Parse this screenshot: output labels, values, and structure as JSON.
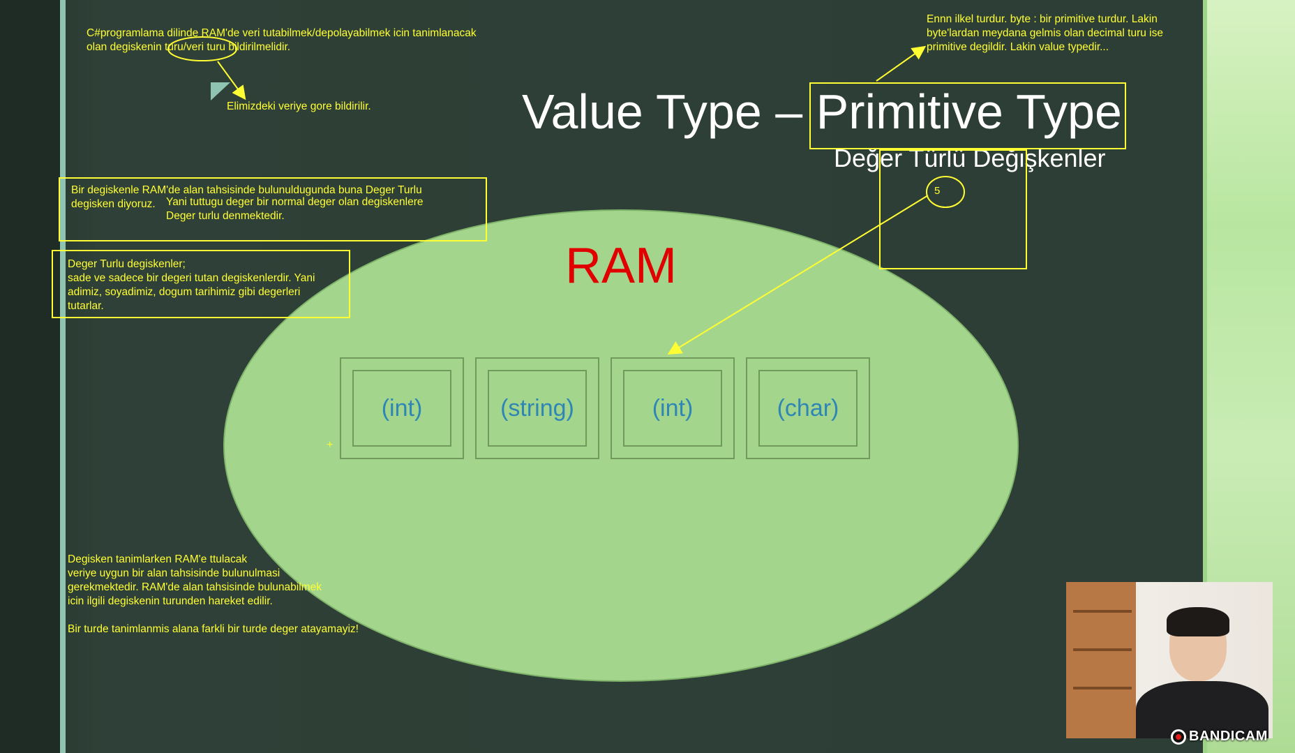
{
  "slide": {
    "title": "Value Type – Primitive Type",
    "subtitle": "Değer Türlü Değişkenler",
    "ram_label": "RAM",
    "cells": [
      "(int)",
      "(string)",
      "(int)",
      "(char)"
    ],
    "value_circle": "5"
  },
  "annotations": {
    "top_left": "C#programlama dilinde RAM'de veri tutabilmek/depolayabilmek icin tanimlanacak\nolan degiskenin turu/veri turu bildirilmelidir.",
    "top_left_note": "Elimizdeki veriye gore bildirilir.",
    "top_right": "Ennn ilkel turdur. byte : bir primitive turdur. Lakin\nbyte'lardan meydana gelmis olan decimal turu ise\nprimitive degildir. Lakin value typedir...",
    "box1_line1": "Bir degiskenle RAM'de alan tahsisinde bulunuldugunda buna Deger Turlu",
    "box1_line2": "degisken diyoruz.",
    "box1_side": "Yani tuttugu deger bir normal deger olan degiskenlere\nDeger turlu denmektedir.",
    "box2": "Deger Turlu degiskenler;\nsade ve sadece bir degeri tutan degiskenlerdir. Yani\nadimiz, soyadimiz, dogum tarihimiz gibi degerleri\ntutarlar.",
    "bottom": "Degisken tanimlarken RAM'e ttulacak\nveriye uygun bir alan tahsisinde bulunulmasi\ngerekmektedir. RAM'de alan tahsisinde bulunabilmek\nicin ilgili degiskenin turunden hareket edilir.\n\nBir turde tanimlanmis alana farkli bir turde deger atayamayiz!"
  },
  "overlay": {
    "brand": "BANDICAM"
  },
  "colors": {
    "annotation": "#ffff33",
    "ellipse": "#a3d68c",
    "ram": "#e00000",
    "cell_text": "#2f86b5"
  }
}
